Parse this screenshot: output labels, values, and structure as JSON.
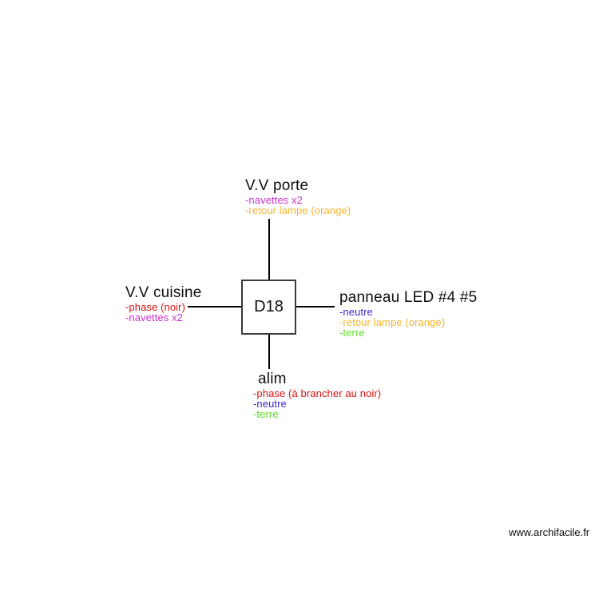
{
  "diagram": {
    "box_label": "D18",
    "watermark": "www.archifacile.fr",
    "colors": {
      "black": "#0f0f0f",
      "magenta": "#cc33cc",
      "orange": "#f6b32e",
      "red": "#e01212",
      "blue": "#4123cc",
      "green": "#5fdd28"
    },
    "nodes": {
      "top": {
        "title": "V.V porte",
        "lines": [
          {
            "text": "-navettes x2",
            "color": "magenta"
          },
          {
            "text": "-retour lampe (orange)",
            "color": "orange"
          }
        ]
      },
      "left": {
        "title": "V.V cuisine",
        "lines": [
          {
            "text": "-phase (noir)",
            "color": "red"
          },
          {
            "text": "-navettes x2",
            "color": "magenta"
          }
        ]
      },
      "right": {
        "title": "panneau LED #4 #5",
        "lines": [
          {
            "text": "-neutre",
            "color": "blue"
          },
          {
            "text": "-retour lampe (orange)",
            "color": "orange"
          },
          {
            "text": "-terre",
            "color": "green"
          }
        ]
      },
      "bottom": {
        "title": "alim",
        "lines": [
          {
            "text": "-phase (à brancher au noir)",
            "color": "red"
          },
          {
            "text": "-neutre",
            "color": "blue"
          },
          {
            "text": "-terre",
            "color": "green"
          }
        ]
      }
    }
  }
}
